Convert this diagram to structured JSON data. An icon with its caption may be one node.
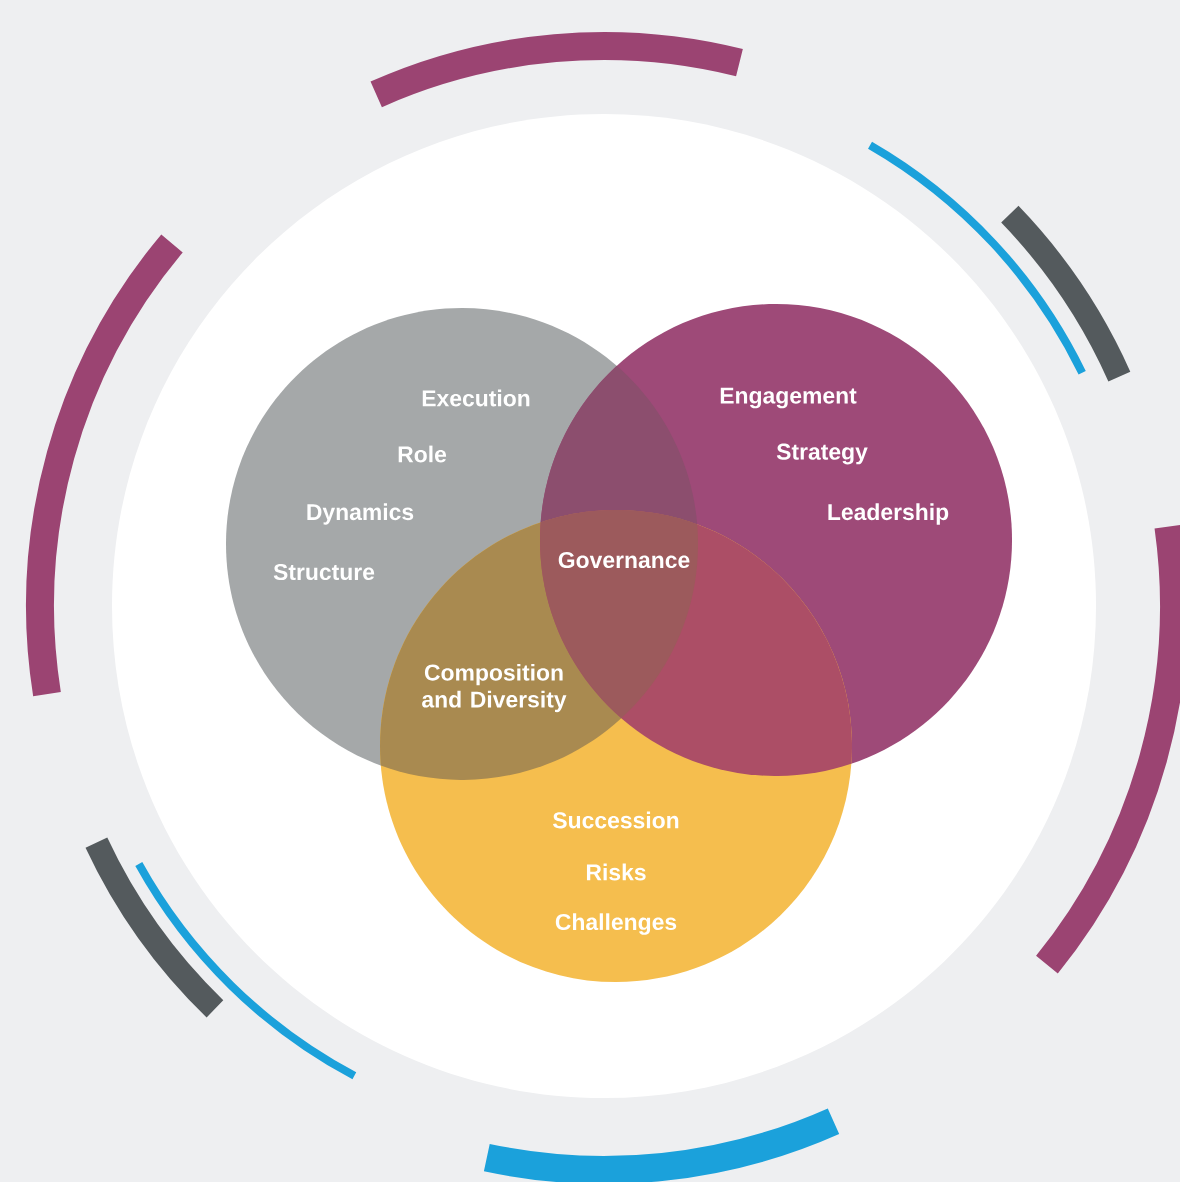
{
  "diagram": {
    "nodes": [
      {
        "text": [],
        "shape": "circle"
      },
      {
        "text": [
          "Execution",
          "Role",
          "Dynamics",
          "Structure"
        ],
        "in": 0
      },
      {
        "text": [
          "Engagement",
          "Strategy",
          "Leadership"
        ],
        "in": 0
      },
      {
        "text": [
          "Succession",
          "Risks",
          "Challenges"
        ],
        "in": 0
      }
    ],
    "labels": [
      "Governance",
      "Composition and Diversity"
    ]
  }
}
